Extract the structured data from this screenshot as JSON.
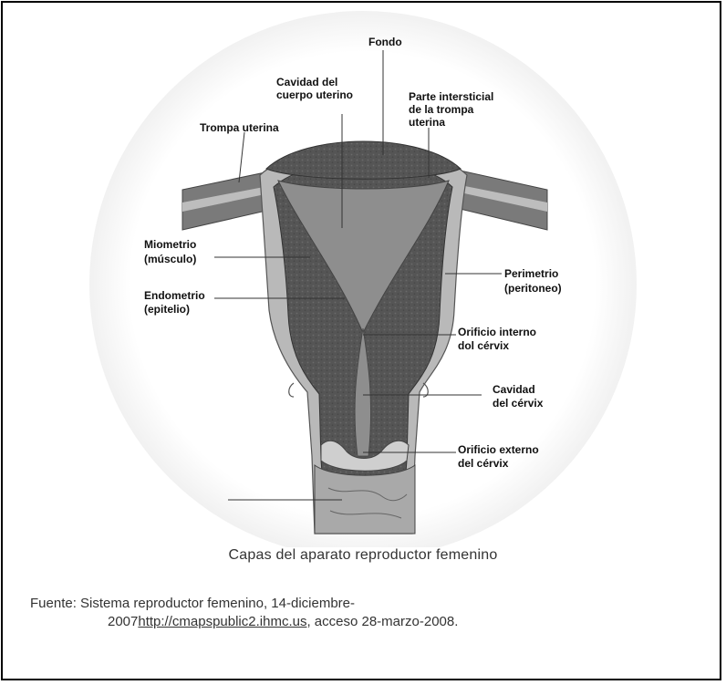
{
  "diagram": {
    "labels": {
      "fondo": "Fondo",
      "cavidad_cuerpo_1": "Cavidad del",
      "cavidad_cuerpo_2": "cuerpo uterino",
      "parte_intersticial_1": "Parte intersticial",
      "parte_intersticial_2": "de la trompa",
      "parte_intersticial_3": "uterina",
      "trompa_uterina": "Trompa uterina",
      "miometrio_1": "Miometrio",
      "miometrio_2": "(músculo)",
      "endometrio_1": "Endometrio",
      "endometrio_2": "(epitelio)",
      "perimetrio_1": "Perimetrio",
      "perimetrio_2": "(peritoneo)",
      "orificio_interno_1": "Orificio interno",
      "orificio_interno_2": "dol cérvix",
      "cavidad_cervix_1": "Cavidad",
      "cavidad_cervix_2": "del cérvix",
      "orificio_externo_1": "Orificio externo",
      "orificio_externo_2": "del cérvix"
    },
    "colors": {
      "myometrium": "#5a5a5a",
      "cavity": "#8e8e8e",
      "perimetrium": "#b9b9b9",
      "tube": "#7a7a7a"
    }
  },
  "caption": "Capas del aparato reproductor femenino",
  "source": {
    "prefix": "Fuente:  Sistema reproductor femenino, 14-diciembre-",
    "year": "2007",
    "link_text": "http://cmapspublic2.ihmc.us",
    "suffix": ", acceso 28-marzo-2008."
  }
}
